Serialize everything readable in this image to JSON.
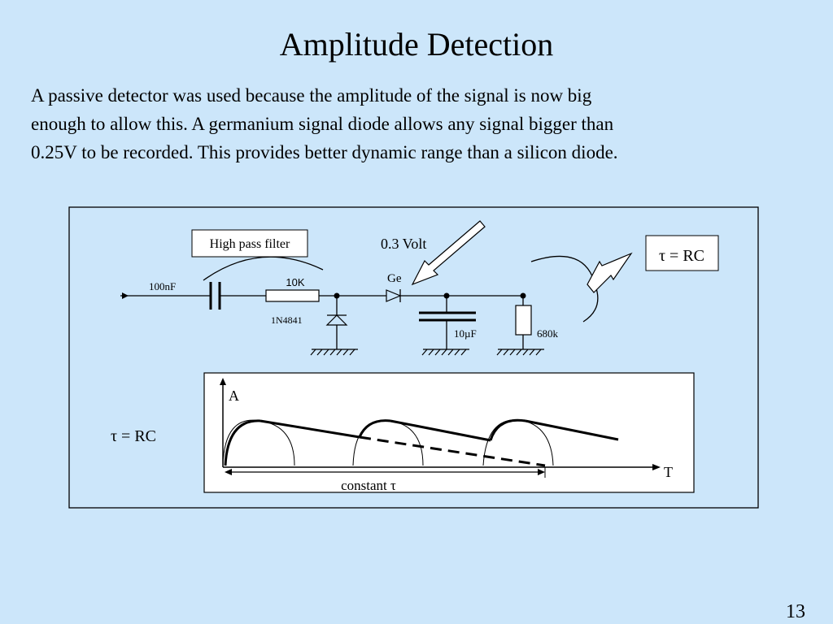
{
  "slide": {
    "title": "Amplitude Detection",
    "body_lines": [
      "A passive detector was used because the amplitude of the signal is now big",
      "enough to allow this.  A germanium signal diode allows any signal bigger than",
      "0.25V to be recorded.  This provides better dynamic range than a silicon diode."
    ],
    "page_number": "13"
  },
  "circuit": {
    "high_pass_filter_label": "High pass filter",
    "capacitor_label": "100nF",
    "resistor_label": "10K",
    "diode1_label": "1N4841",
    "diode2_label": "Ge",
    "voltage_label": "0.3 Volt",
    "capacitor2_label": "10µF",
    "resistor2_label": "680k",
    "tau_box_label": "τ = RC"
  },
  "waveform": {
    "y_axis_label": "A",
    "x_axis_label": "T",
    "constant_label": "constant τ",
    "tau_label": "τ = RC"
  }
}
